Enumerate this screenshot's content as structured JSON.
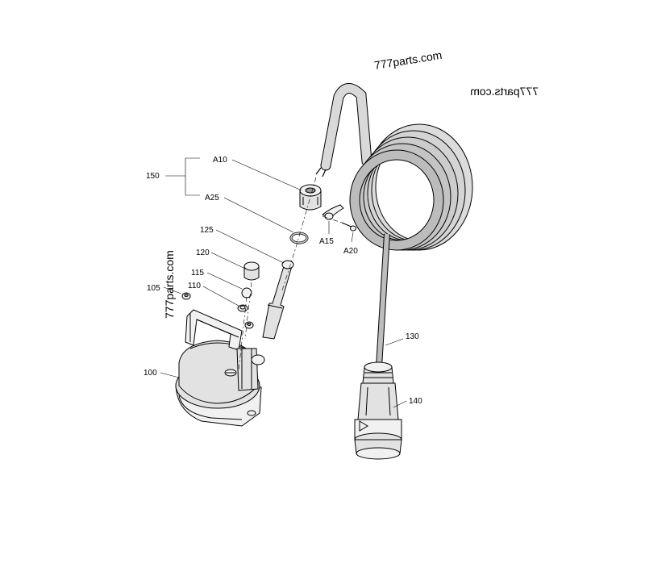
{
  "watermarks": {
    "top": "777parts.com",
    "mirrored": "777parts.com",
    "vertical": "777parts.com"
  },
  "labels": {
    "a10": "A10",
    "a15": "A15",
    "a20": "A20",
    "a25": "A25",
    "p100": "100",
    "p105": "105",
    "p110": "110",
    "p115": "115",
    "p120": "120",
    "p125": "125",
    "p130": "130",
    "p140": "140",
    "p150": "150"
  }
}
